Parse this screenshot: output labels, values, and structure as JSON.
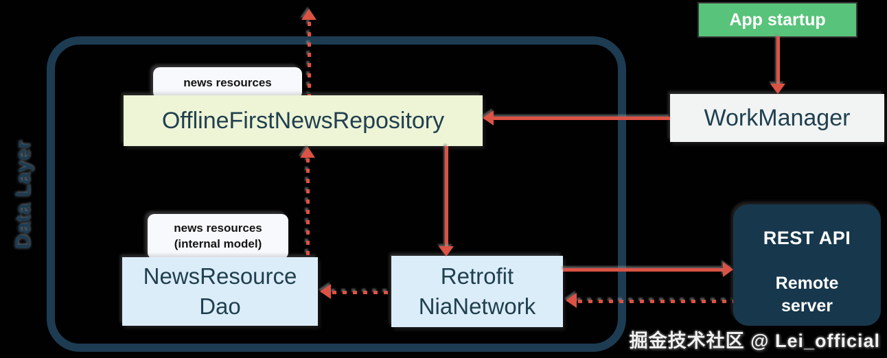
{
  "container": {
    "label": "Data Layer"
  },
  "nodes": {
    "repository": {
      "label": "OfflineFirstNewsRepository",
      "tag": "news resources"
    },
    "dao": {
      "label": "NewsResource\nDao",
      "tag": "news resources\n(internal model)"
    },
    "network": {
      "label": "Retrofit\nNiaNetwork"
    },
    "workmanager": {
      "label": "WorkManager"
    },
    "app_startup": {
      "label": "App startup"
    },
    "remote_server": {
      "title": "REST API",
      "label": "Remote\nserver"
    }
  },
  "edges": [
    {
      "from": "app_startup",
      "to": "workmanager",
      "style": "solid",
      "direction": "down"
    },
    {
      "from": "workmanager",
      "to": "repository",
      "style": "solid",
      "direction": "left"
    },
    {
      "from": "repository",
      "to": "network",
      "style": "solid",
      "direction": "down"
    },
    {
      "from": "network",
      "to": "remote_server",
      "style": "solid",
      "direction": "right"
    },
    {
      "from": "repository",
      "to": "outside-top",
      "style": "dotted",
      "direction": "up"
    },
    {
      "from": "dao",
      "to": "repository",
      "style": "dotted",
      "direction": "up"
    },
    {
      "from": "network",
      "to": "dao",
      "style": "dotted",
      "direction": "left"
    },
    {
      "from": "remote_server",
      "to": "network",
      "style": "dotted",
      "direction": "left"
    }
  ],
  "colors": {
    "background": "#010101",
    "container_border": "#1d3c52",
    "arrow": "#dc5244",
    "repository_fill": "#eef4d6",
    "blue_fill": "#dcedfa",
    "workmanager_fill": "#f1f4f3",
    "app_startup_fill": "#58c37a",
    "remote_fill": "#17374c",
    "text_dark": "#20404f"
  },
  "watermark": "掘金技术社区 @ Lei_official"
}
